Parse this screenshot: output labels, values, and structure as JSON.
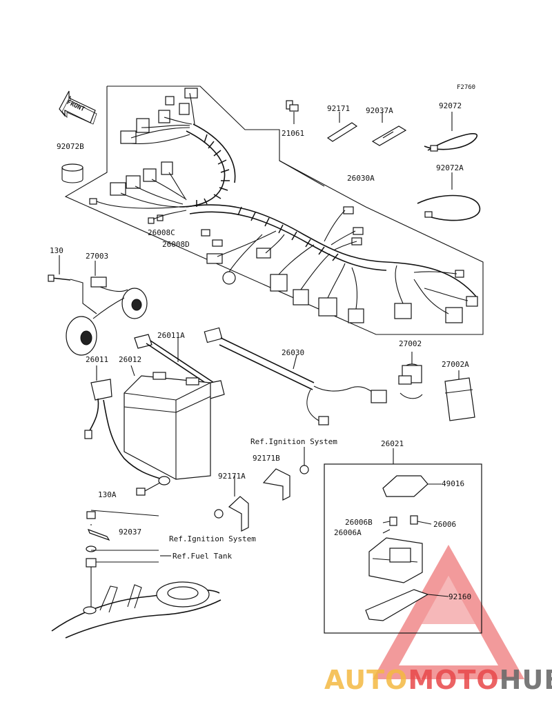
{
  "figure_code": "F2760",
  "front_arrow": "FRONT",
  "labels": {
    "p92072B": "92072B",
    "p21061": "21061",
    "p92171": "92171",
    "p92037A": "92037A",
    "p92072": "92072",
    "p92072A": "92072A",
    "p26030A": "26030A",
    "p26008C": "26008C",
    "p26008D": "26008D",
    "p130": "130",
    "p27003": "27003",
    "p26011A": "26011A",
    "p26030": "26030",
    "p27002": "27002",
    "p27002A": "27002A",
    "p26011": "26011",
    "p26012": "26012",
    "p130A": "130A",
    "ref_ign_1": "Ref.Ignition System",
    "p92171B": "92171B",
    "p92171A": "92171A",
    "p26021": "26021",
    "p49016": "49016",
    "p26006B": "26006B",
    "p26006": "26006",
    "p26006A": "26006A",
    "p92037": "92037",
    "ref_ign_2": "Ref.Ignition System",
    "ref_fuel": "Ref.Fuel Tank",
    "p92160": "92160"
  },
  "watermark": {
    "part1": "AUTO",
    "part2": "MOTO",
    "part3": "HUB",
    "color_light": "#f4b942",
    "color_red": "#e8484a",
    "color_grey": "#6b6b6b"
  }
}
